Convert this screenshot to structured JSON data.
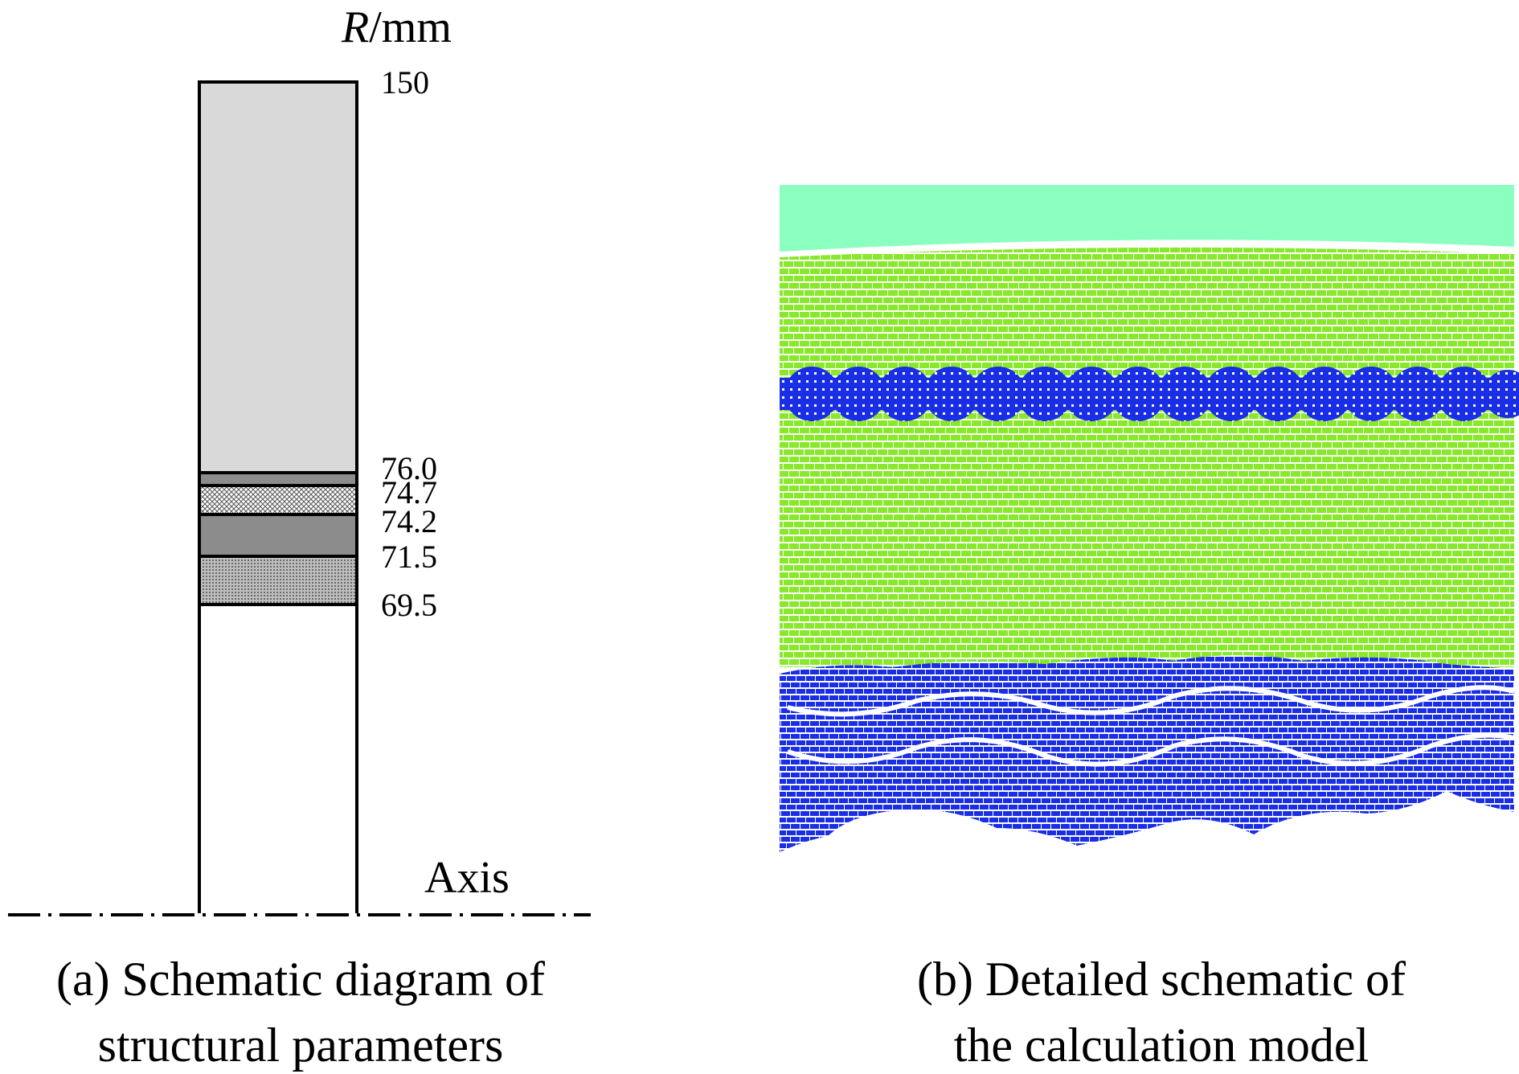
{
  "panel_a": {
    "axis_unit_var": "R",
    "axis_unit_rest": "/mm",
    "radius_labels": [
      "150",
      "76.0",
      "74.7",
      "74.2",
      "71.5",
      "69.5"
    ],
    "axis_label": "Axis",
    "caption_line1": "(a) Schematic diagram of",
    "caption_line2": "structural parameters",
    "colors": {
      "outer_layer": "#d9d9d9",
      "dark_bands": "#8c8c8c",
      "outline": "#000000"
    }
  },
  "panel_b": {
    "caption_line1": "(b) Detailed schematic of",
    "caption_line2": "the calculation model",
    "colors": {
      "top_layer": "#8affbf",
      "green_layer": "#88e82a",
      "blue_layer": "#1a2ee6"
    }
  }
}
